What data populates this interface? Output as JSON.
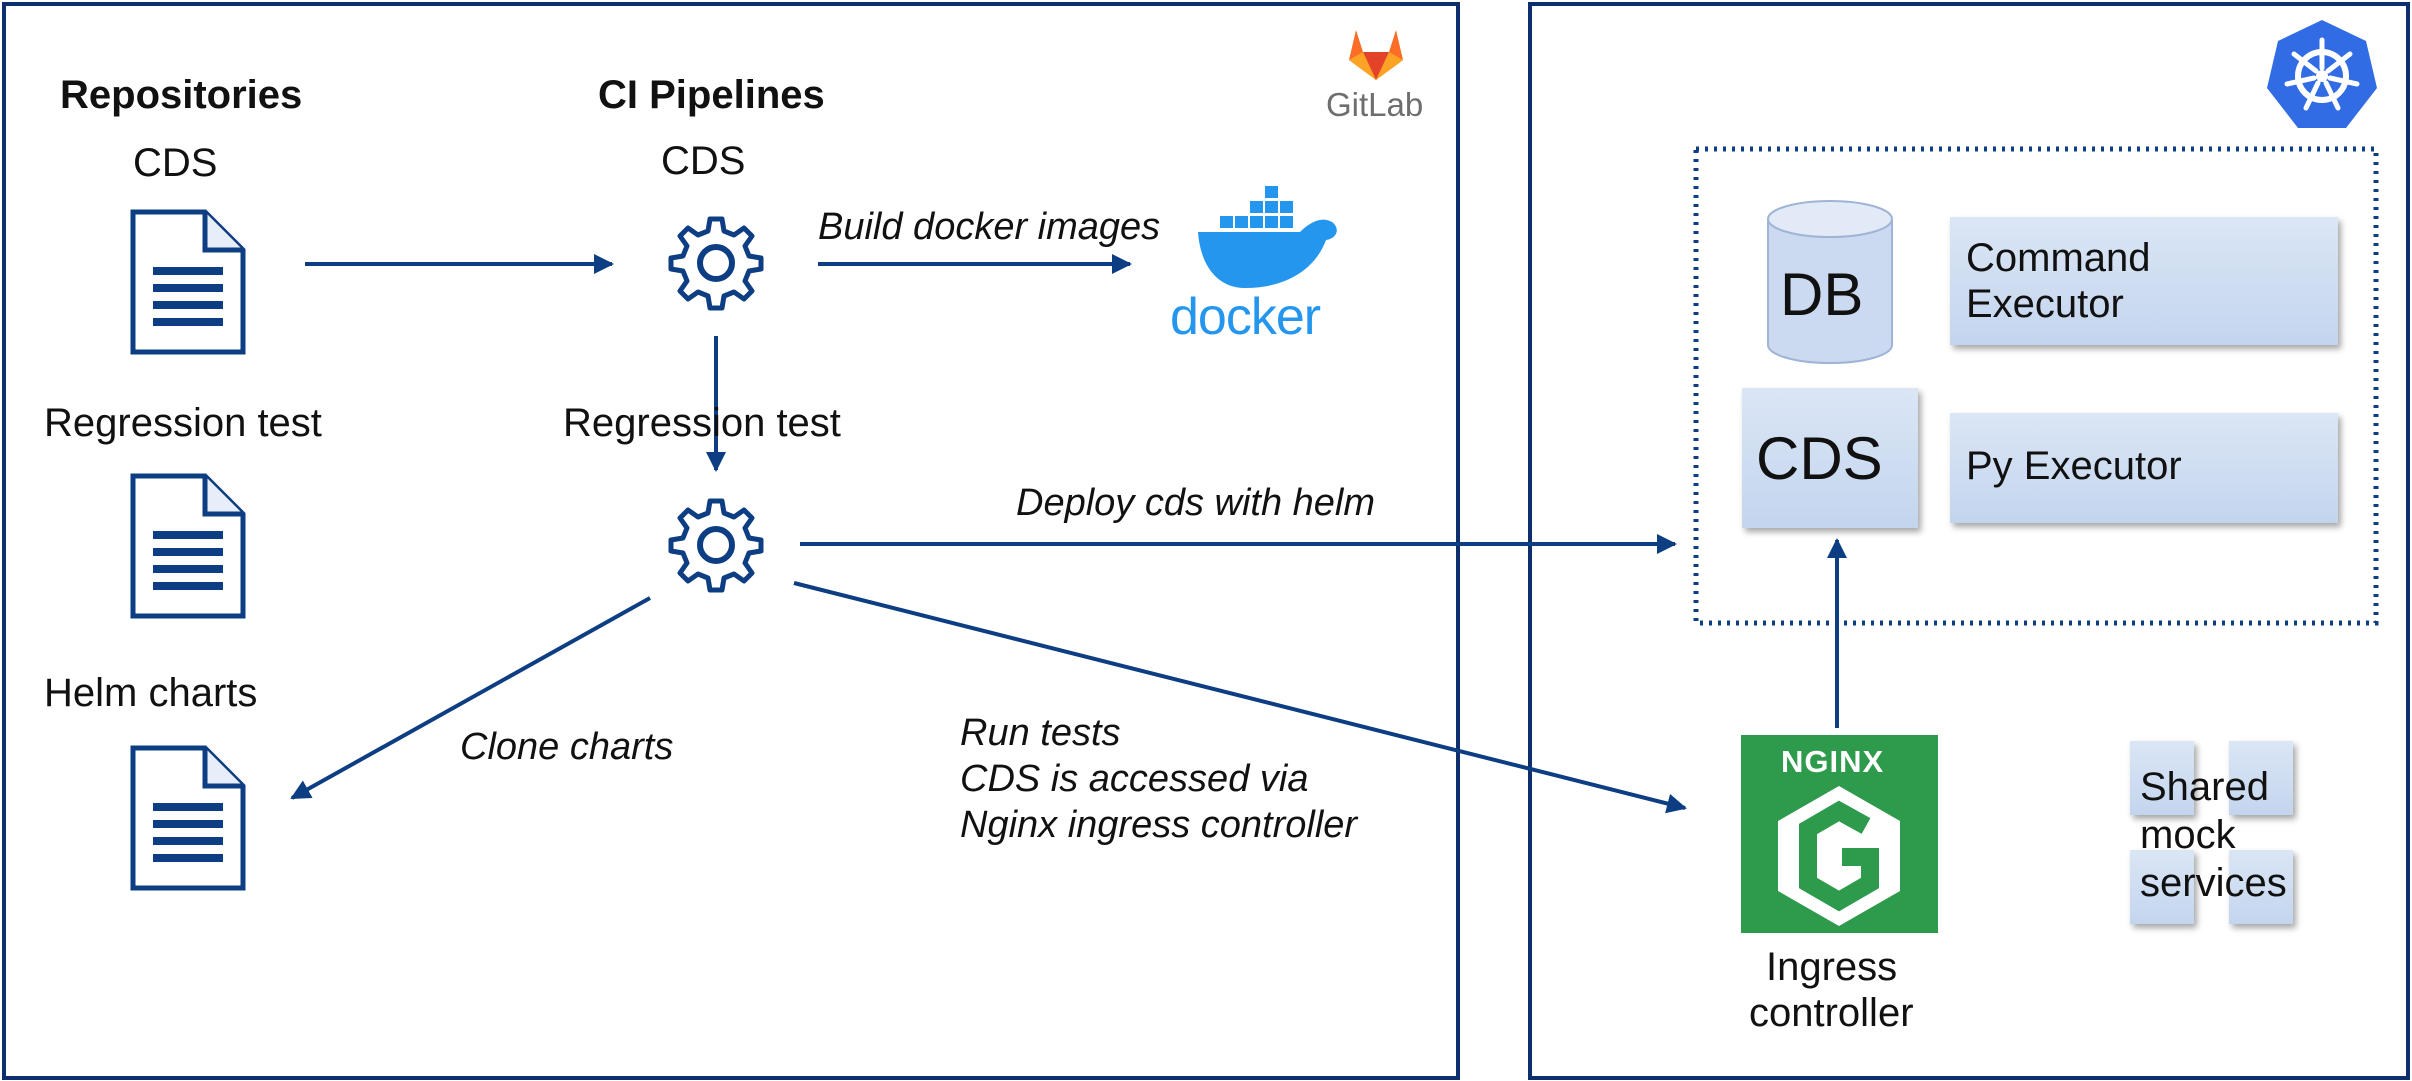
{
  "gitlab": {
    "logo_text": "GitLab",
    "repositories_header": "Repositories",
    "pipelines_header": "CI Pipelines",
    "repos": [
      "CDS",
      "Regression test",
      "Helm charts"
    ],
    "pipelines": [
      "CDS",
      "Regression test"
    ],
    "docker_logo_text": "docker"
  },
  "edges": {
    "build_images": "Build docker images",
    "deploy": "Deploy cds with helm",
    "clone": "Clone charts",
    "run_tests": [
      "Run tests",
      "CDS is accessed via",
      "Nginx ingress controller"
    ]
  },
  "cluster": {
    "db": "DB",
    "command_executor": [
      "Command",
      "Executor"
    ],
    "cds": "CDS",
    "py_executor": "Py Executor",
    "nginx_logo_text": "NGINX",
    "ingress": [
      "Ingress",
      "controller"
    ],
    "shared_mock": [
      "Shared",
      "mock",
      "services"
    ]
  },
  "colors": {
    "border": "#0d2f6e",
    "arrow": "#0d3d82",
    "docker_blue": "#2496ed",
    "nginx_green": "#2e9a4c",
    "k8s_blue": "#326ce5",
    "gitlab_orange": "#fc6d26"
  }
}
